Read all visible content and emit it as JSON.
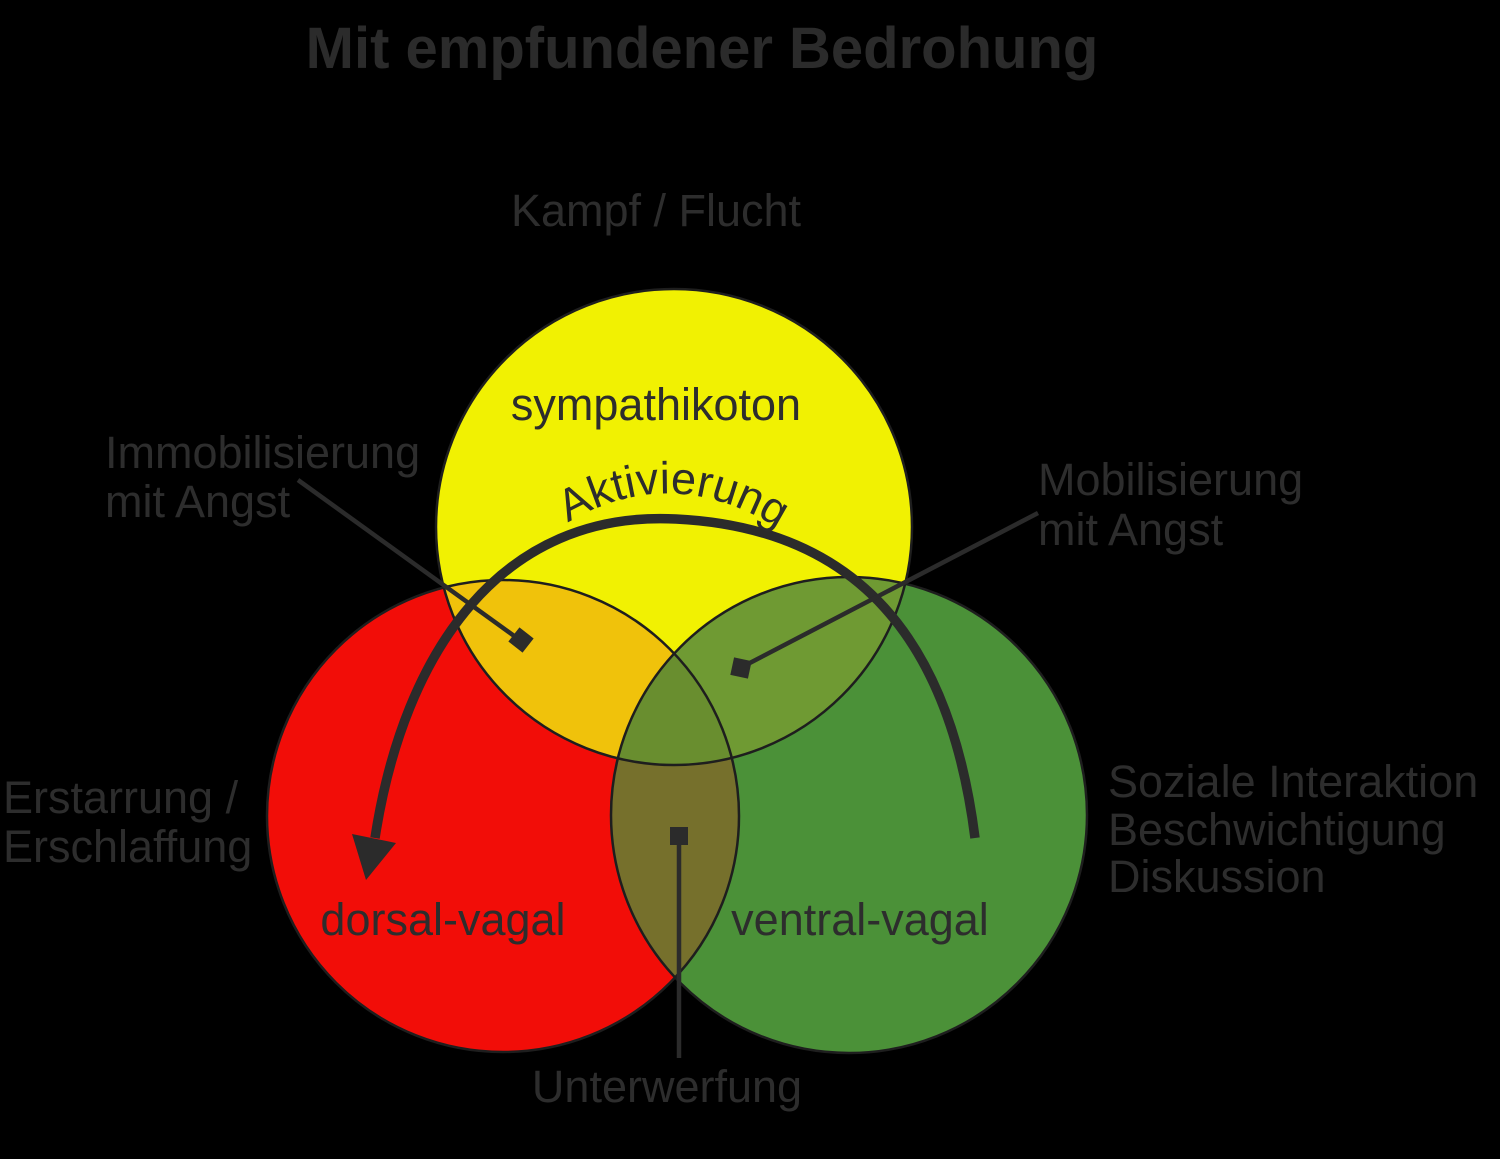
{
  "title": "Mit empfundener Bedrohung",
  "labels": {
    "kampf_flucht": "Kampf / Flucht",
    "sympathikoton": "sympathikoton",
    "aktivierung": "Aktivierung",
    "immobilisierung_line1": "Immobilisierung",
    "immobilisierung_line2": "mit Angst",
    "mobilisierung_line1": "Mobilisierung",
    "mobilisierung_line2": "mit Angst",
    "erstarrung_line1": "Erstarrung /",
    "erstarrung_line2": "Erschlaffung",
    "dorsal_vagal": "dorsal-vagal",
    "ventral_vagal": "ventral-vagal",
    "soziale_line1": "Soziale Interaktion",
    "soziale_line2": "Beschwichtigung",
    "soziale_line3": "Diskussion",
    "unterwerfung": "Unterwerfung"
  },
  "colors": {
    "background": "#000000",
    "text": "#2d2d2d",
    "arrow_ink": "#2b2b2b",
    "circle_outline": "#1e1e1e",
    "yellow_circle": "#f1f102",
    "red_circle": "#f20d08",
    "green_circle": "#4b9138",
    "yellow_red_overlap": "#f0c20b",
    "yellow_green_overlap": "#6f9a33",
    "red_green_overlap": "#76702c",
    "triple_overlap": "#698e2f"
  },
  "diagram": {
    "type": "venn-3",
    "circles": [
      {
        "name": "sympathikoton",
        "meaning": "Kampf / Flucht (Aktivierung)"
      },
      {
        "name": "dorsal-vagal",
        "meaning": "Erstarrung / Erschlaffung"
      },
      {
        "name": "ventral-vagal",
        "meaning": "Soziale Interaktion, Beschwichtigung, Diskussion"
      }
    ],
    "overlap_annotations": [
      {
        "region": "sympathikoton + dorsal-vagal",
        "label": "Immobilisierung mit Angst"
      },
      {
        "region": "sympathikoton + ventral-vagal",
        "label": "Mobilisierung mit Angst"
      },
      {
        "region": "dorsal-vagal + ventral-vagal",
        "label": "Unterwerfung"
      }
    ],
    "arrow": {
      "name": "aktivierung-arc",
      "from": "ventral-vagal",
      "to": "dorsal-vagal",
      "caption": "Aktivierung"
    }
  }
}
